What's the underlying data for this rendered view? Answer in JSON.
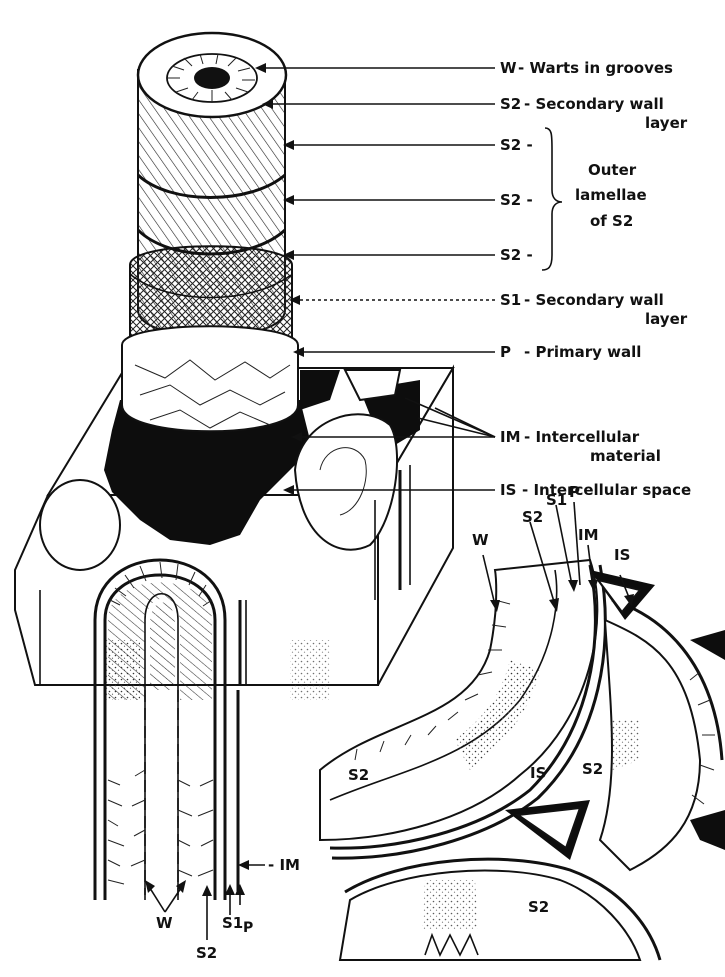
{
  "labels": {
    "w": "W",
    "w_desc": "- Warts in grooves",
    "s2": "S2",
    "s2_desc_1": "- Secondary wall",
    "s2_desc_2": "layer",
    "s2_dash": "S2 -",
    "outer_1": "Outer",
    "outer_2": "lamellae",
    "outer_3": "of S2",
    "s1": "S1",
    "s1_desc_1": "- Secondary wall",
    "s1_desc_2": "layer",
    "p": "P",
    "p_desc": "- Primary wall",
    "im": "IM",
    "im_desc_1": "- Intercellular",
    "im_desc_2": "material",
    "is": "IS",
    "is_desc": "- Intercellular space",
    "im_dash": "- IM"
  }
}
